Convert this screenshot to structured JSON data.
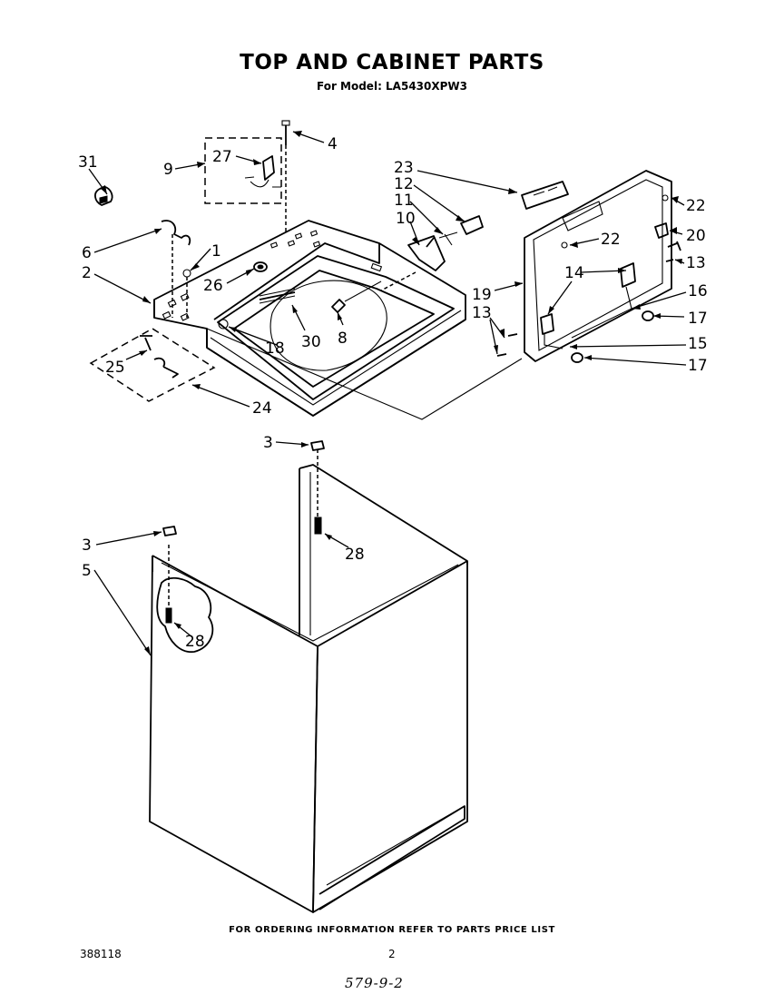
{
  "header": {
    "title": "TOP AND CABINET PARTS",
    "subtitle": "For Model: LA5430XPW3"
  },
  "footer": {
    "note": "FOR ORDERING INFORMATION REFER TO PARTS PRICE LIST",
    "document_number": "388118",
    "page_number": "2",
    "handwritten_code": "579-9-2"
  },
  "callouts": [
    {
      "id": "c4",
      "label": "4"
    },
    {
      "id": "c31",
      "label": "31"
    },
    {
      "id": "c27",
      "label": "27"
    },
    {
      "id": "c9",
      "label": "9"
    },
    {
      "id": "c23",
      "label": "23"
    },
    {
      "id": "c12",
      "label": "12"
    },
    {
      "id": "c11",
      "label": "11"
    },
    {
      "id": "c10",
      "label": "10"
    },
    {
      "id": "c22a",
      "label": "22"
    },
    {
      "id": "c20",
      "label": "20"
    },
    {
      "id": "c22b",
      "label": "22"
    },
    {
      "id": "c6",
      "label": "6"
    },
    {
      "id": "c1",
      "label": "1"
    },
    {
      "id": "c2",
      "label": "2"
    },
    {
      "id": "c26",
      "label": "26"
    },
    {
      "id": "c13a",
      "label": "13"
    },
    {
      "id": "c14",
      "label": "14"
    },
    {
      "id": "c16",
      "label": "16"
    },
    {
      "id": "c19",
      "label": "19"
    },
    {
      "id": "c13b",
      "label": "13"
    },
    {
      "id": "c30",
      "label": "30"
    },
    {
      "id": "c8",
      "label": "8"
    },
    {
      "id": "c17a",
      "label": "17"
    },
    {
      "id": "c15",
      "label": "15"
    },
    {
      "id": "c18",
      "label": "18"
    },
    {
      "id": "c25",
      "label": "25"
    },
    {
      "id": "c17b",
      "label": "17"
    },
    {
      "id": "c24",
      "label": "24"
    },
    {
      "id": "c3a",
      "label": "3"
    },
    {
      "id": "c3b",
      "label": "3"
    },
    {
      "id": "c28a",
      "label": "28"
    },
    {
      "id": "c5",
      "label": "5"
    },
    {
      "id": "c28b",
      "label": "28"
    }
  ]
}
